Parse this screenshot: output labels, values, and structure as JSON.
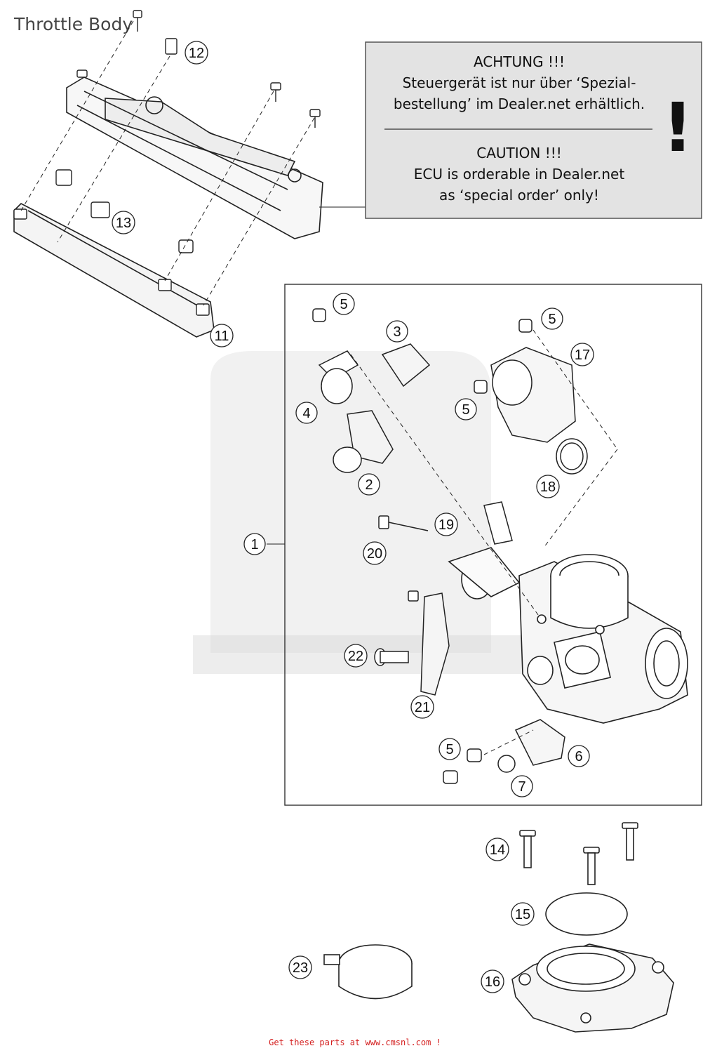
{
  "title": "Throttle Body",
  "notice": {
    "de_heading": "ACHTUNG !!!",
    "de_line1": "Steuergerät ist nur über ‘Spezial-",
    "de_line2": "bestellung’ im Dealer.net erhältlich.",
    "en_heading": "CAUTION !!!",
    "en_line1": "ECU is orderable in Dealer.net",
    "en_line2": "as ‘special order’ only!",
    "symbol": "!"
  },
  "callouts": {
    "c1": "1",
    "c2": "2",
    "c3": "3",
    "c4": "4",
    "c5a": "5",
    "c5b": "5",
    "c5c": "5",
    "c5d": "5",
    "c6": "6",
    "c7": "7",
    "c11": "11",
    "c12": "12",
    "c13": "13",
    "c14": "14",
    "c15": "15",
    "c16": "16",
    "c17": "17",
    "c18": "18",
    "c19": "19",
    "c20": "20",
    "c21": "21",
    "c22": "22",
    "c23": "23"
  },
  "footer": "Get these parts at www.cmsnl.com !",
  "colors": {
    "notice_bg": "#e3e3e3",
    "line": "#222222",
    "footer": "#d42020",
    "watermark": "#d6d6d6"
  }
}
